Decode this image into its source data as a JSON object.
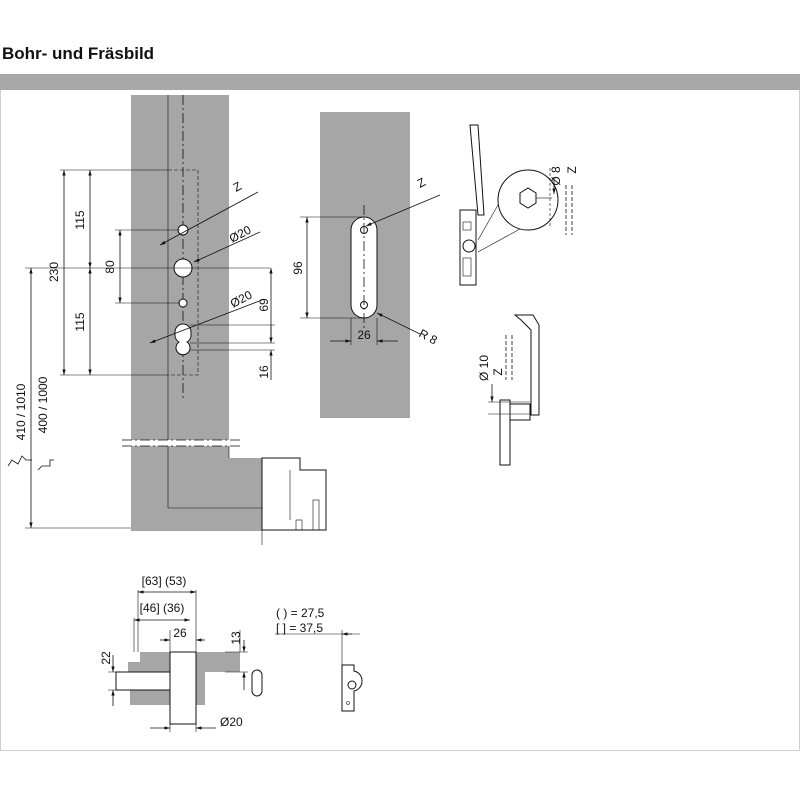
{
  "header": {
    "title": "Bohr- und Fräsbild"
  },
  "dims": {
    "d115a": "115",
    "d230": "230",
    "d80": "80",
    "d115b": "115",
    "dZ1": "Z",
    "dO20a": "Ø20",
    "dO20b": "Ø20",
    "d69": "69",
    "d16": "16",
    "d410": "410 / 1010",
    "d400": "400 / 1000",
    "d96": "96",
    "dZ2": "Z",
    "d26a": "26",
    "dR8": "R 8",
    "dO8": "Ø 8",
    "dZ3": "Z",
    "dO10": "Ø 10",
    "dZ4": "Z",
    "d6353": "[63] (53)",
    "d4636": "[46] (36)",
    "d26b": "26",
    "d13": "13",
    "d22": "22",
    "dO20c": "Ø20",
    "leg1": "( ) = 27,5",
    "leg2": "[ ] = 37,5"
  }
}
